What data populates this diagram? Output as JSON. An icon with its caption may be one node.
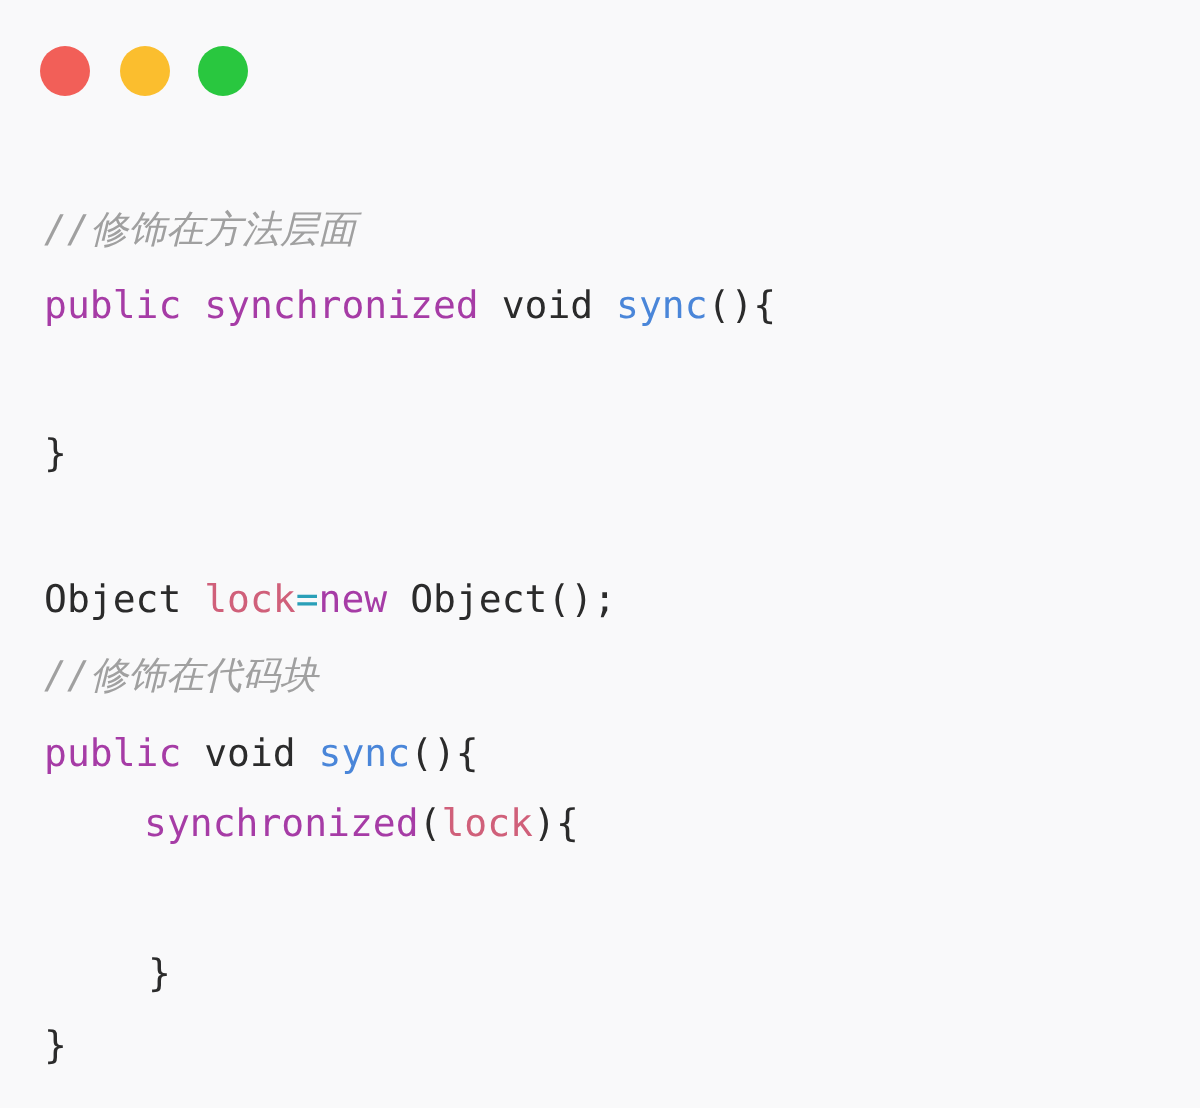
{
  "diagram": {
    "labels": [
      "//修饰在方法层面",
      "public synchronized void sync(){",
      "}",
      "Object lock=new Object();",
      "//修饰在代码块",
      "public void sync(){",
      "synchronized(lock){",
      "}",
      "}"
    ]
  }
}
